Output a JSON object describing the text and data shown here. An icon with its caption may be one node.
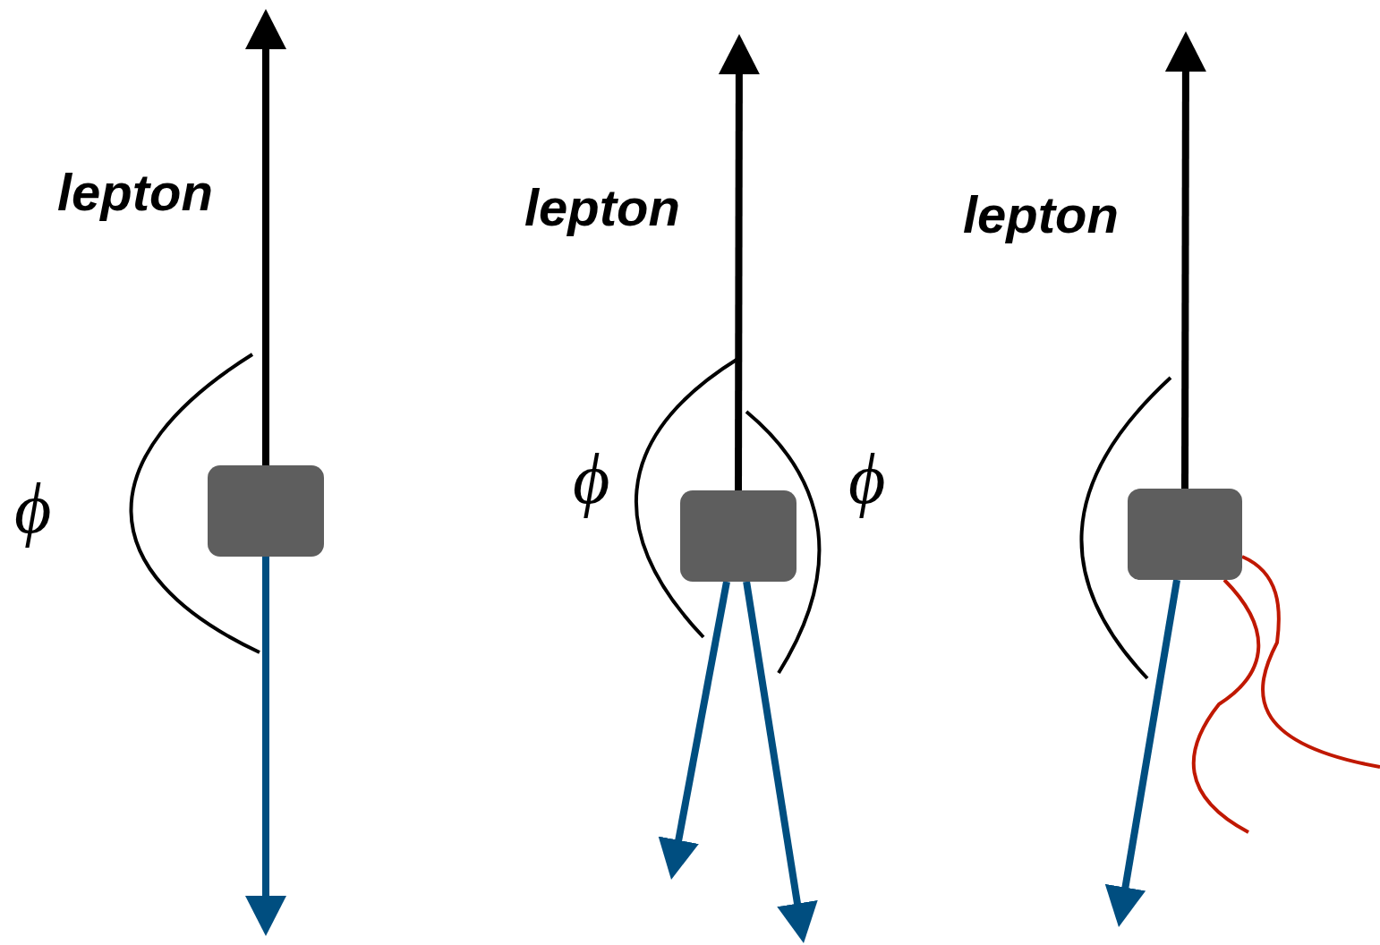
{
  "diagram": {
    "nodes": [
      {
        "text": [],
        "shape": "box"
      },
      {
        "text": [],
        "shape": "box"
      },
      {
        "text": [],
        "shape": "box"
      }
    ],
    "edges": [
      {
        "from": 0,
        "to": null,
        "arrow": "to",
        "color": "#000000"
      },
      {
        "from": 0,
        "to": null,
        "arrow": "to",
        "color": "#004e80"
      },
      {
        "from": 1,
        "to": null,
        "arrow": "to",
        "color": "#000000"
      },
      {
        "from": 1,
        "to": null,
        "arrow": "to",
        "color": "#004e80"
      },
      {
        "from": 1,
        "to": null,
        "arrow": "to",
        "color": "#004e80"
      },
      {
        "from": 2,
        "to": null,
        "arrow": "to",
        "color": "#000000"
      },
      {
        "from": 2,
        "to": null,
        "arrow": "to",
        "color": "#004e80"
      }
    ],
    "labels": [
      "lepton",
      "ϕ",
      "lepton",
      "ϕ",
      "ϕ",
      "lepton"
    ]
  }
}
